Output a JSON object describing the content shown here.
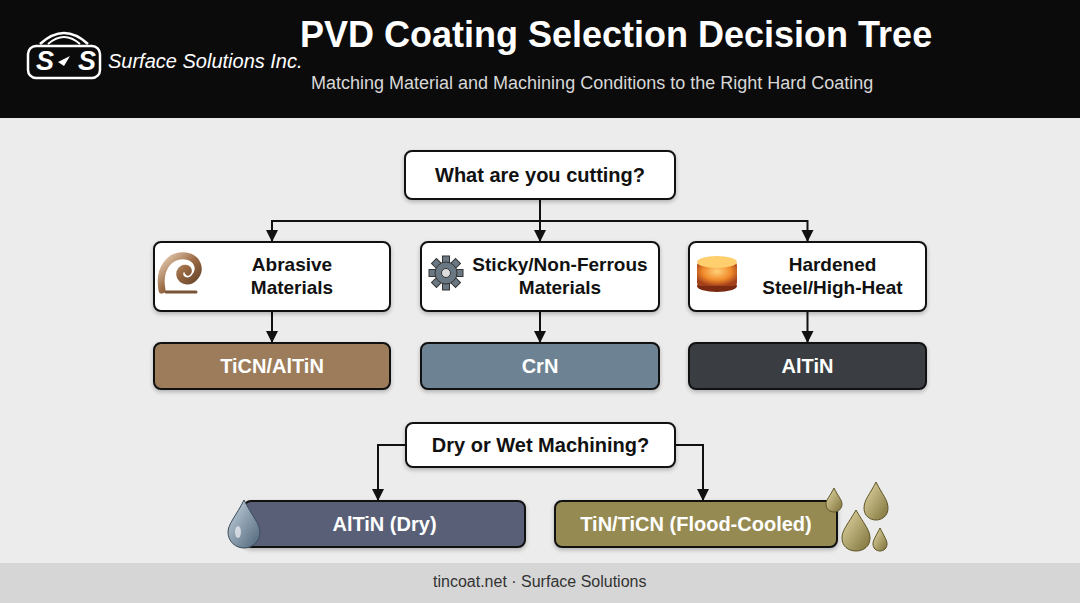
{
  "diagram": {
    "title": "PVD Coating Selection Decision Tree",
    "nodes": [
      {
        "text": [
          "What are you cutting?"
        ]
      },
      {
        "text": [
          "Abrasive Materials"
        ]
      },
      {
        "text": [
          "Sticky/Non-Ferrous Materials"
        ]
      },
      {
        "text": [
          "Hardened Steel/High-Heat"
        ]
      },
      {
        "text": [
          "TiCN/AlTiN"
        ]
      },
      {
        "text": [
          "CrN"
        ]
      },
      {
        "text": [
          "AlTiN"
        ]
      },
      {
        "text": [
          "Dry or Wet Machining?"
        ]
      },
      {
        "text": [
          "AlTiN (Dry)"
        ]
      },
      {
        "text": [
          "TiN/TiCN (Flood-Cooled)"
        ]
      }
    ],
    "edges": [
      {
        "from": 0,
        "to": 1,
        "arrow": "to"
      },
      {
        "from": 0,
        "to": 2,
        "arrow": "to"
      },
      {
        "from": 0,
        "to": 3,
        "arrow": "to"
      },
      {
        "from": 1,
        "to": 4,
        "arrow": "to"
      },
      {
        "from": 2,
        "to": 5,
        "arrow": "to"
      },
      {
        "from": 3,
        "to": 6,
        "arrow": "to"
      },
      {
        "from": 7,
        "to": 8,
        "arrow": "to"
      },
      {
        "from": 7,
        "to": 9,
        "arrow": "to"
      }
    ],
    "labels": [
      "S",
      "S",
      "Surface Solutions Inc.",
      "Matching Material and Machining Conditions to the Right Hard Coating",
      "tincoat.net · Surface Solutions"
    ]
  }
}
